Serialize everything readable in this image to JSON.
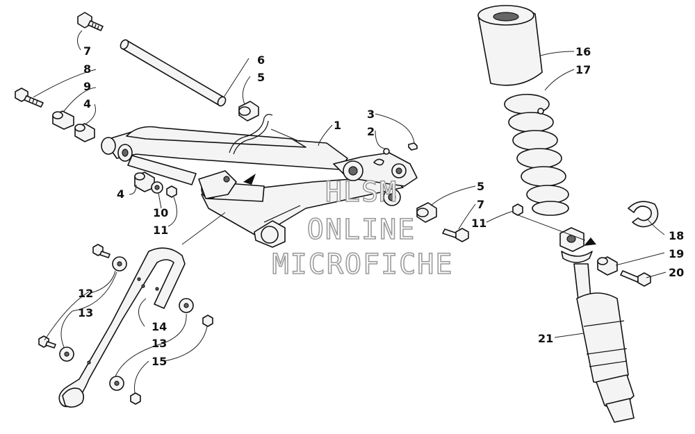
{
  "watermark": {
    "line1": "HLSM",
    "line2": "ONLINE",
    "line3": "MICROFICHE"
  },
  "callouts": [
    "1",
    "2",
    "3",
    "4",
    "4",
    "5",
    "5",
    "6",
    "7",
    "7",
    "8",
    "9",
    "10",
    "11",
    "11",
    "12",
    "13",
    "13",
    "14",
    "15",
    "16",
    "17",
    "18",
    "19",
    "20",
    "21"
  ]
}
